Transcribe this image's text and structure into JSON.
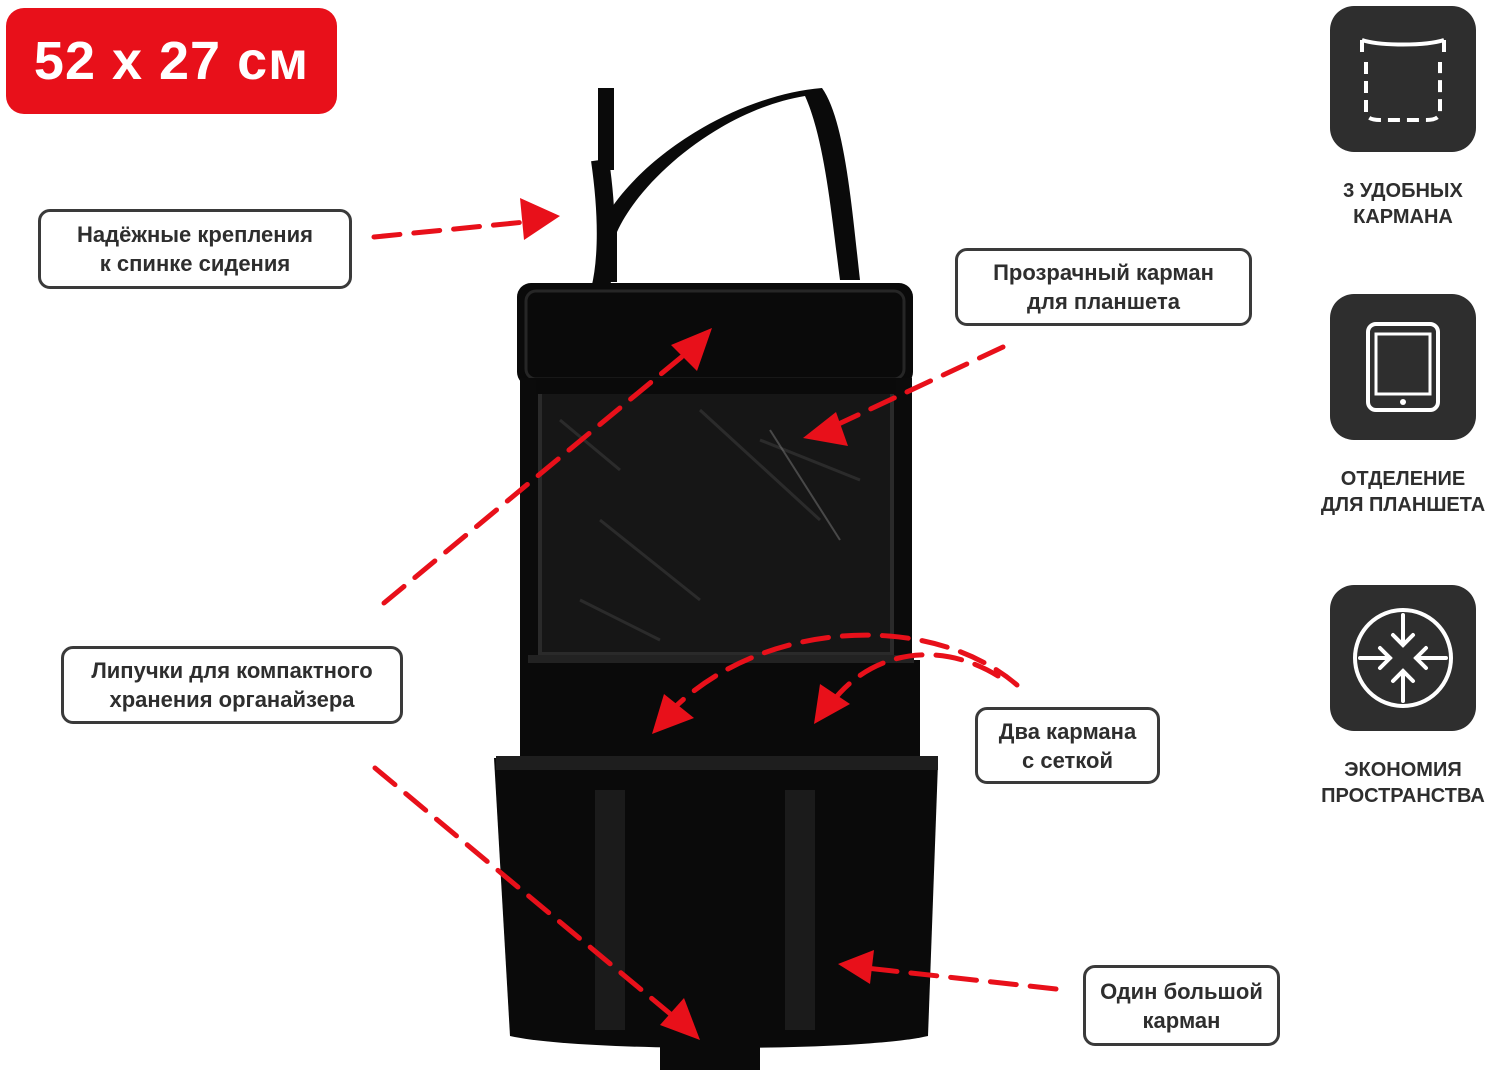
{
  "size_badge": {
    "text": "52 x 27 см",
    "color": "#e8101a"
  },
  "callouts": {
    "mounting": {
      "line1": "Надёжные крепления",
      "line2": "к спинке сидения"
    },
    "tablet_pocket": {
      "line1": "Прозрачный карман",
      "line2": "для планшета"
    },
    "velcro": {
      "line1": "Липучки для компактного",
      "line2": "хранения органайзера"
    },
    "mesh_pockets": {
      "line1": "Два кармана",
      "line2": "с сеткой"
    },
    "big_pocket": {
      "line1": "Один большой",
      "line2": "карман"
    }
  },
  "features": [
    {
      "icon": "pockets-icon",
      "line1": "3 УДОБНЫХ",
      "line2": "КАРМАНА"
    },
    {
      "icon": "tablet-icon",
      "line1": "ОТДЕЛЕНИЕ",
      "line2": "ДЛЯ ПЛАНШЕТА"
    },
    {
      "icon": "compress-icon",
      "line1": "ЭКОНОМИЯ",
      "line2": "ПРОСТРАНСТВА"
    }
  ],
  "colors": {
    "accent": "#e8101a",
    "icon_bg": "#2e2e2e",
    "product": "#0a0a0a"
  }
}
